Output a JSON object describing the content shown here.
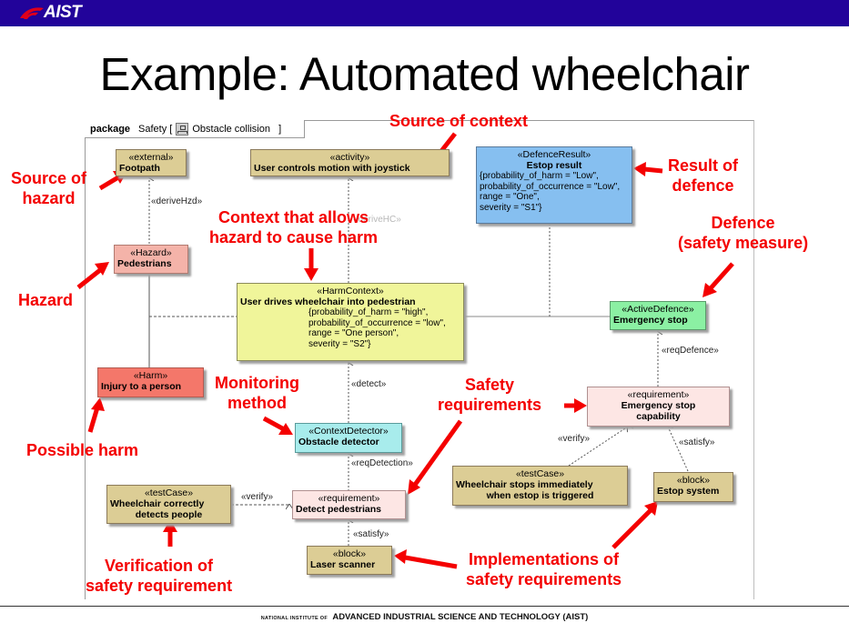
{
  "header": {
    "logo_text": "AIST",
    "bar_color": "#22039a"
  },
  "slide": {
    "title": "Example: Automated wheelchair"
  },
  "frame": {
    "keyword": "package",
    "package_name": "Safety",
    "open_bracket": "[",
    "diagram_name": "Obstacle collision",
    "close_bracket": "]"
  },
  "blocks": {
    "footpath": {
      "stereotype": "«external»",
      "name": "Footpath"
    },
    "joystick": {
      "stereotype": "«activity»",
      "name": "User controls motion with joystick"
    },
    "estop_result": {
      "stereotype": "«DefenceResult»",
      "name": "Estop result",
      "props": [
        "{probability_of_harm = \"Low\",",
        "probability_of_occurrence = \"Low\",",
        "range = \"One\",",
        "severity = \"S1\"}"
      ]
    },
    "pedestrians": {
      "stereotype": "«Hazard»",
      "name": "Pedestrians"
    },
    "harm_context": {
      "stereotype": "«HarmContext»",
      "name": "User drives wheelchair into pedestrian",
      "props": [
        "{probability_of_harm = \"high\",",
        "probability_of_occurrence = \"low\",",
        "range = \"One person\",",
        "severity = \"S2\"}"
      ]
    },
    "emergency_stop": {
      "stereotype": "«ActiveDefence»",
      "name": "Emergency stop"
    },
    "injury": {
      "stereotype": "«Harm»",
      "name": "Injury to a person"
    },
    "obstacle_detector": {
      "stereotype": "«ContextDetector»",
      "name": "Obstacle detector"
    },
    "estop_capability": {
      "stereotype": "«requirement»",
      "name_line1": "Emergency stop",
      "name_line2": "capability"
    },
    "test_estop": {
      "stereotype": "«testCase»",
      "name_line1": "Wheelchair stops immediately",
      "name_line2": "when estop is triggered"
    },
    "estop_system": {
      "stereotype": "«block»",
      "name": "Estop system"
    },
    "test_detect": {
      "stereotype": "«testCase»",
      "name_line1": "Wheelchair correctly",
      "name_line2": "detects people"
    },
    "detect_pedestrians": {
      "stereotype": "«requirement»",
      "name": "Detect pedestrians"
    },
    "laser_scanner": {
      "stereotype": "«block»",
      "name": "Laser scanner"
    }
  },
  "connector_labels": {
    "derive_hzd": "«deriveHzd»",
    "derive_hc": "«deriveHC»",
    "detect": "«detect»",
    "req_detection": "«reqDetection»",
    "verify_left": "«verify»",
    "satisfy_left": "«satisfy»",
    "req_defence": "«reqDefence»",
    "verify_right": "«verify»",
    "satisfy_right": "«satisfy»"
  },
  "annotations": {
    "source_of_context": "Source of context",
    "source_of_hazard_1": "Source of",
    "source_of_hazard_2": "hazard",
    "context_harm_1": "Context that allows",
    "context_harm_2": "hazard to cause harm",
    "result_defence_1": "Result of",
    "result_defence_2": "defence",
    "defence_1": "Defence",
    "defence_2": "(safety measure)",
    "hazard": "Hazard",
    "monitoring_1": "Monitoring",
    "monitoring_2": "method",
    "safety_req_1": "Safety",
    "safety_req_2": "requirements",
    "possible_harm": "Possible harm",
    "verification_1": "Verification of",
    "verification_2": "safety requirement",
    "implementations_1": "Implementations of",
    "implementations_2": "safety requirements",
    "color": "#f40000"
  },
  "footer": {
    "prefix": "NATIONAL INSTITUTE OF",
    "org": "ADVANCED INDUSTRIAL SCIENCE AND TECHNOLOGY (AIST)"
  }
}
